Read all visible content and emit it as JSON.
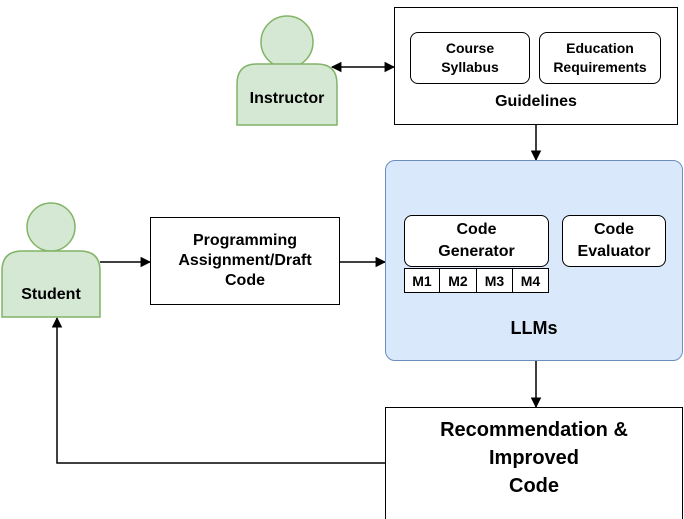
{
  "instructor": {
    "label": "Instructor"
  },
  "student": {
    "label": "Student"
  },
  "guidelines": {
    "title": "Guidelines",
    "course_syllabus": "Course\nSyllabus",
    "education_requirements": "Education\nRequirements"
  },
  "assignment": {
    "label": "Programming\nAssignment/Draft\nCode"
  },
  "llms": {
    "title": "LLMs",
    "code_generator": "Code\nGenerator",
    "code_evaluator": "Code\nEvaluator",
    "models": [
      "M1",
      "M2",
      "M3",
      "M4"
    ]
  },
  "recommendation": {
    "label": "Recommendation &\nImproved\nCode"
  },
  "colors": {
    "person_fill": "#d5e8d4",
    "person_stroke": "#82b366",
    "llm_fill": "#dae8fc",
    "llm_stroke": "#6c8ebf"
  }
}
